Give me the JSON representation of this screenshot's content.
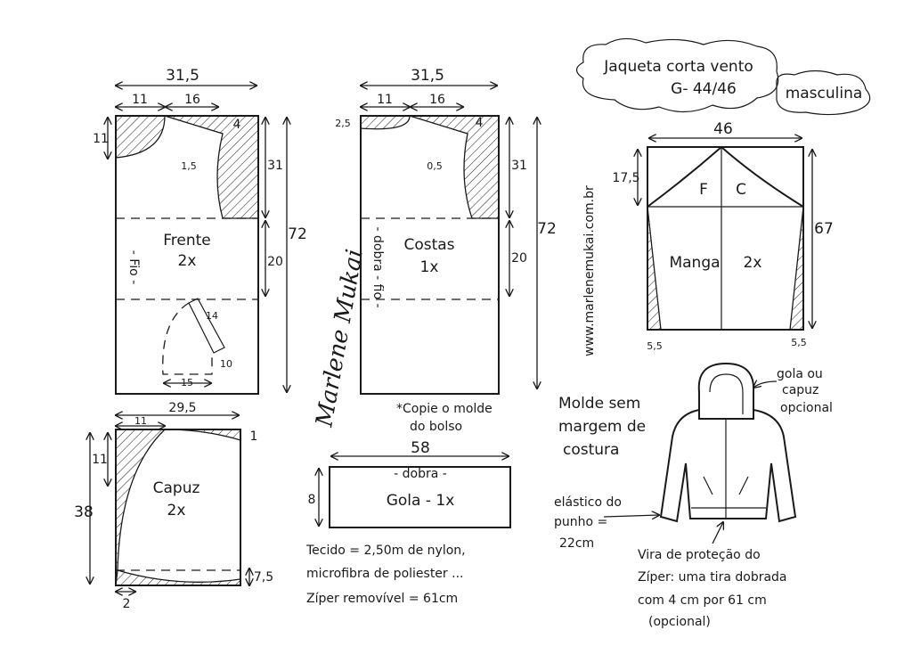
{
  "title": {
    "line1": "Jaqueta corta vento",
    "size": "G- 44/46",
    "tag": "masculina"
  },
  "website": "www.marlenemukai.com.br",
  "signature": "Marlene Mukai",
  "front": {
    "name": "Frente",
    "qty": "2x",
    "grain": "- Fio -",
    "width": "31,5",
    "neck": "11",
    "shoulder": "16",
    "drop": "4",
    "neck_depth": "11",
    "armhole": "1,5",
    "armhole_depth": "31",
    "length": "72",
    "lower": "20",
    "pocket_slant": "14",
    "pocket_side": "10",
    "pocket_base": "15"
  },
  "back": {
    "name": "Costas",
    "qty": "1x",
    "fold": "- dobra - fio -",
    "width": "31,5",
    "neck_drop": "2,5",
    "neck": "11",
    "shoulder": "16",
    "drop": "4",
    "armhole": "0,5",
    "armhole_depth": "31",
    "length": "72",
    "lower": "20",
    "note": "*Copie o molde do bolso"
  },
  "sleeve": {
    "name": "Manga",
    "qty": "2x",
    "front_mark": "F",
    "back_mark": "C",
    "width": "46",
    "cap": "17,5",
    "length": "67",
    "cuff_left": "5,5",
    "cuff_right": "5,5"
  },
  "hood": {
    "name": "Capuz",
    "qty": "2x",
    "width": "29,5",
    "top": "11",
    "top_drop": "1",
    "side": "11",
    "height": "38",
    "bottom": "7,5",
    "base": "2"
  },
  "collar": {
    "name": "Gola - 1x",
    "fold": "- dobra -",
    "width": "58",
    "height": "8"
  },
  "notes": {
    "no_seam_1": "Molde sem",
    "no_seam_2": "margem de",
    "no_seam_3": "costura",
    "fabric_1": "Tecido = 2,50m de nylon,",
    "fabric_2": "microfibra de poliester ...",
    "zipper": "Zíper removível = 61cm",
    "hood_opt_1": "gola ou",
    "hood_opt_2": "capuz",
    "hood_opt_3": "opcional",
    "cuff_1": "elástico do",
    "cuff_2": "punho =",
    "cuff_3": "22cm",
    "facing_1": "Vira de proteção do",
    "facing_2": "Zíper: uma tira dobrada",
    "facing_3": "com 4 cm por 61 cm",
    "facing_4": "(opcional)"
  }
}
